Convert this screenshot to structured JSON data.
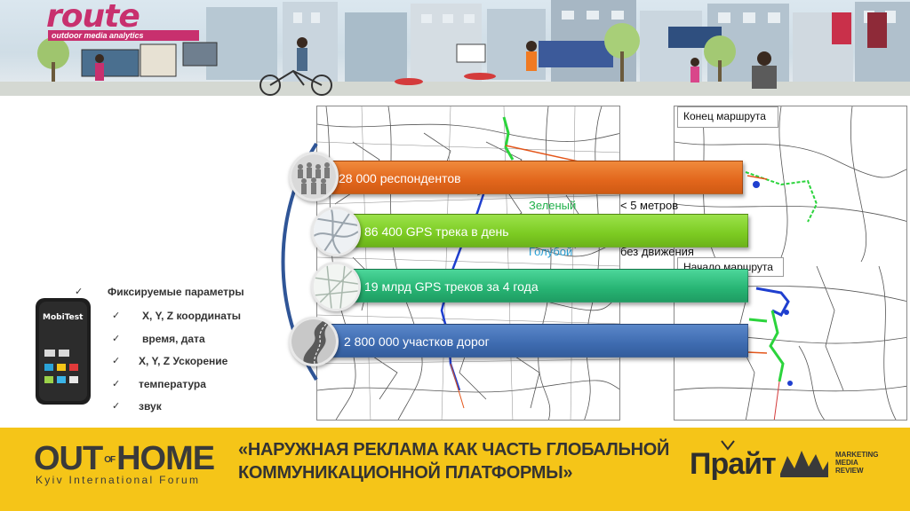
{
  "banner": {
    "brand_name": "route",
    "brand_tagline": "outdoor media analytics"
  },
  "map": {
    "route_end_label": "Конец маршрута",
    "route_start_label": "Начало маршрута",
    "legend": [
      {
        "color_name": "Зеленый",
        "color": "#22b14c",
        "meaning": "< 5 метров"
      },
      {
        "color_name": "Голубой",
        "color": "#2aa3d8",
        "meaning": "без движения"
      }
    ]
  },
  "stats": [
    {
      "label": "28 000 респондентов",
      "color": "#e2661c",
      "icon": "crowd-icon"
    },
    {
      "label": "86 400 GPS трека в день",
      "color": "#7ccb22",
      "icon": "road-network-icon"
    },
    {
      "label": "19 млрд GPS треков за 4 года",
      "color": "#27b473",
      "icon": "track-map-icon"
    },
    {
      "label": "2 800 000 участков дорог",
      "color": "#3e6bb0",
      "icon": "road-icon"
    }
  ],
  "params": {
    "title": "Фиксируемые параметры",
    "items": [
      "X, Y, Z координаты",
      "время, дата",
      "X, Y, Z Ускорение",
      "температура",
      "звук"
    ],
    "device_brand": "MobiTest"
  },
  "footer": {
    "logo_out": "OUT",
    "logo_of": "OF",
    "logo_home": "HOME",
    "logo_subtitle": "Kyiv International Forum",
    "headline_line1": "«НАРУЖНАЯ РЕКЛАМА КАК ЧАСТЬ ГЛОБАЛЬНОЙ",
    "headline_line2": "КОММУНИКАЦИОННОЙ ПЛАТФОРМЫ»",
    "sponsor1": "Прайт",
    "sponsor2_line1": "MARKETING",
    "sponsor2_line2": "MEDIA",
    "sponsor2_line3": "REVIEW",
    "accent": "#f5c518"
  }
}
